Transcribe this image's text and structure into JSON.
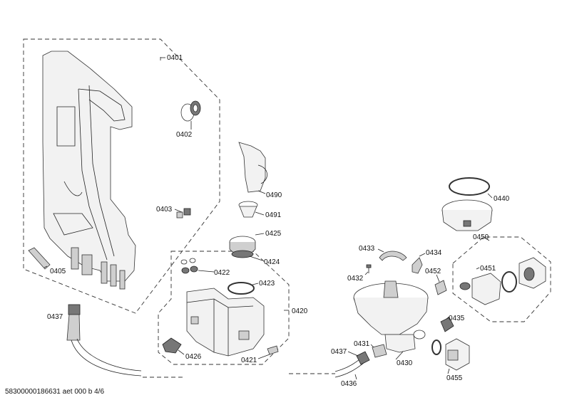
{
  "labels": [
    {
      "key": "0401",
      "text": "0401"
    },
    {
      "key": "0402",
      "text": "0402"
    },
    {
      "key": "0403",
      "text": "0403"
    },
    {
      "key": "0405",
      "text": "0405"
    },
    {
      "key": "0437a",
      "text": "0437"
    },
    {
      "key": "0490",
      "text": "0490"
    },
    {
      "key": "0491",
      "text": "0491"
    },
    {
      "key": "0425",
      "text": "0425"
    },
    {
      "key": "0424",
      "text": "0424"
    },
    {
      "key": "0422",
      "text": "0422"
    },
    {
      "key": "0423",
      "text": "0423"
    },
    {
      "key": "0420",
      "text": "0420"
    },
    {
      "key": "0426",
      "text": "0426"
    },
    {
      "key": "0421",
      "text": "0421"
    },
    {
      "key": "0433",
      "text": "0433"
    },
    {
      "key": "0434",
      "text": "0434"
    },
    {
      "key": "0432",
      "text": "0432"
    },
    {
      "key": "0452",
      "text": "0452"
    },
    {
      "key": "0440",
      "text": "0440"
    },
    {
      "key": "0450",
      "text": "0450"
    },
    {
      "key": "0451",
      "text": "0451"
    },
    {
      "key": "0435",
      "text": "0435"
    },
    {
      "key": "0431",
      "text": "0431"
    },
    {
      "key": "0437b",
      "text": "0437"
    },
    {
      "key": "0430",
      "text": "0430"
    },
    {
      "key": "0436",
      "text": "0436"
    },
    {
      "key": "0455",
      "text": "0455"
    }
  ],
  "footer": "58300000186631 aet 000 b 4/6"
}
